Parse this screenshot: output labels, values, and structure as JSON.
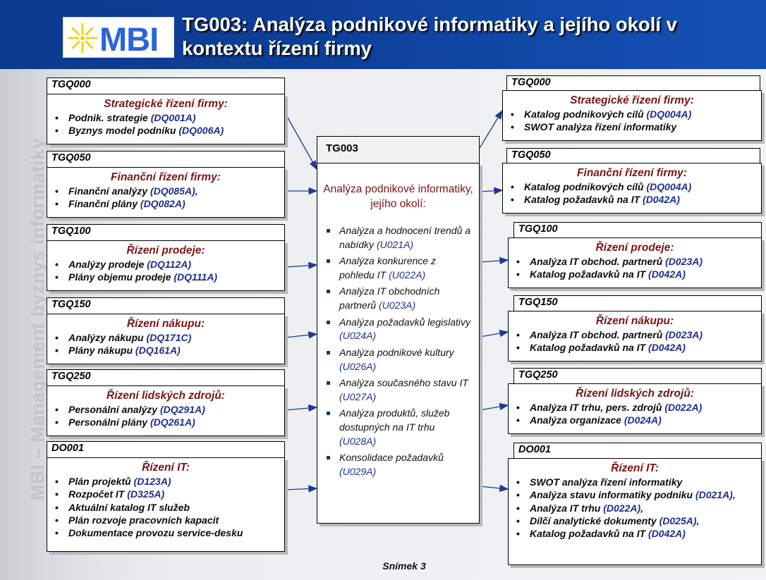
{
  "header": {
    "logo_text": "MBI",
    "title_line1": "TG003: Analýza podnikové informatiky a jejího okolí v",
    "title_line2": "kontextu řízení firmy"
  },
  "sidebar_text": "MBI – Management byznys informatiky",
  "left": [
    {
      "tag": "TGQ000",
      "heading": "Strategické řízení firmy:",
      "items": [
        {
          "text": "Podnik. strategie ",
          "code": "(DQ001A)"
        },
        {
          "text": "Byznys model podniku ",
          "code": "(DQ006A)"
        }
      ]
    },
    {
      "tag": "TGQ050",
      "heading": "Finanční řízení firmy:",
      "items": [
        {
          "text": "Finanční analýzy ",
          "code": "(DQ085A),"
        },
        {
          "text": "Finanční plány ",
          "code": "(DQ082A)"
        }
      ]
    },
    {
      "tag": "TGQ100",
      "heading": "Řízení prodeje:",
      "items": [
        {
          "text": "Analýzy prodeje ",
          "code": "(DQ112A)"
        },
        {
          "text": "Plány objemu prodeje ",
          "code": "(DQ111A)"
        }
      ]
    },
    {
      "tag": "TGQ150",
      "heading": "Řízení nákupu:",
      "items": [
        {
          "text": "Analýzy nákupu ",
          "code": "(DQ171C)"
        },
        {
          "text": "Plány nákupu ",
          "code": "(DQ161A)"
        }
      ]
    },
    {
      "tag": "TGQ250",
      "heading": "Řízení lidských zdrojů:",
      "items": [
        {
          "text": "Personální analýzy ",
          "code": "(DQ291A)"
        },
        {
          "text": "Personální plány ",
          "code": "(DQ261A)"
        }
      ]
    },
    {
      "tag": "DO001",
      "heading": "Řízení IT:",
      "items": [
        {
          "text": "Plán projektů ",
          "code": "(D123A)"
        },
        {
          "text": "Rozpočet IT ",
          "code": "(D325A)"
        },
        {
          "text": "Aktuální katalog IT služeb",
          "code": ""
        },
        {
          "text": "Plán rozvoje pracovních kapacit",
          "code": ""
        },
        {
          "text": "Dokumentace provozu service-desku",
          "code": ""
        }
      ]
    }
  ],
  "center": {
    "tag": "TG003",
    "heading": "Analýza podnikové informatiky, jejího okolí:",
    "items": [
      {
        "text": "Analýza a hodnocení trendů a nabídky ",
        "code": "(U021A)"
      },
      {
        "text": "Analýza konkurence z pohledu IT ",
        "code": "(U022A)"
      },
      {
        "text": "Analýza IT obchodních partnerů ",
        "code": "(U023A)"
      },
      {
        "text": "Analýza požadavků legislativy ",
        "code": "(U024A)"
      },
      {
        "text": "Analýza podnikové kultury ",
        "code": "(U026A)"
      },
      {
        "text": "Analýza současného stavu IT ",
        "code": "(U027A)"
      },
      {
        "text": "Analýza produktů, služeb dostupných na IT trhu ",
        "code": "(U028A)"
      },
      {
        "text": "Konsolidace požadavků ",
        "code": "(U029A)"
      }
    ]
  },
  "right": [
    {
      "tag": "TGQ000",
      "heading": "Strategické řízení firmy:",
      "items": [
        {
          "text": "Katalog podnikových cílů ",
          "code": "(DQ004A)"
        },
        {
          "text": "SWOT analýza řízení informatiky",
          "code": ""
        }
      ]
    },
    {
      "tag": "TGQ050",
      "heading": "Finanční řízení firmy:",
      "items": [
        {
          "text": "Katalog podnikových cílů ",
          "code": "(DQ004A)"
        },
        {
          "text": "Katalog požadavků na IT ",
          "code": "(D042A)"
        }
      ]
    },
    {
      "tag": "TGQ100",
      "heading": "Řízení prodeje:",
      "items": [
        {
          "text": "Analýza IT obchod. partnerů ",
          "code": "(D023A)"
        },
        {
          "text": "Katalog požadavků na IT ",
          "code": "(D042A)"
        }
      ]
    },
    {
      "tag": "TGQ150",
      "heading": "Řízení nákupu:",
      "items": [
        {
          "text": "Analýza IT obchod. partnerů ",
          "code": "(D023A)"
        },
        {
          "text": "Katalog požadavků na IT ",
          "code": "(D042A)"
        }
      ]
    },
    {
      "tag": "TGQ250",
      "heading": "Řízení lidských zdrojů:",
      "items": [
        {
          "text": "Analýza IT trhu, pers. zdrojů  ",
          "code": "(D022A)"
        },
        {
          "text": "Analýza organizace ",
          "code": "(D024A)"
        }
      ]
    },
    {
      "tag": "DO001",
      "heading": "Řízení IT:",
      "items": [
        {
          "text": "SWOT analýza řízení informatiky",
          "code": ""
        },
        {
          "text": "Analýza stavu informatiky podniku ",
          "code": "(D021A),"
        },
        {
          "text": "Analýza IT trhu ",
          "code": "(D022A),"
        },
        {
          "text": "Dílčí analytické dokumenty ",
          "code": "(D025A),"
        },
        {
          "text": "Katalog požadavků na IT ",
          "code": "(D042A)"
        }
      ]
    }
  ],
  "footer": "Snímek  3",
  "colors": {
    "header": "#0e3f98",
    "heading": "#7a1515",
    "code": "#1b2f8f",
    "arrow": "#1a3a9a"
  }
}
